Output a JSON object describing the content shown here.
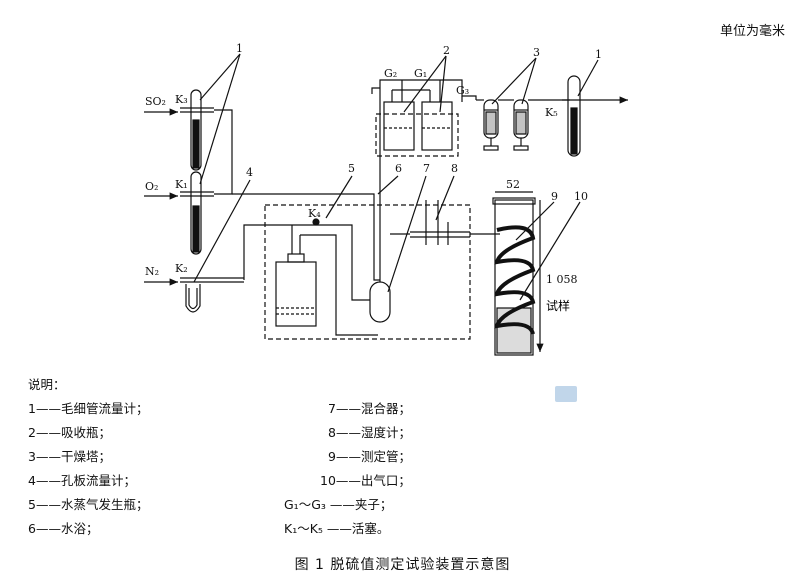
{
  "unit_note": "单位为毫米",
  "diagram": {
    "gas_labels": {
      "so2": "SO₂",
      "o2": "O₂",
      "n2": "N₂"
    },
    "valve_labels": {
      "k3": "K₃",
      "k1": "K₁",
      "k2": "K₂",
      "k4": "K₄",
      "k5": "K₅"
    },
    "clamp_labels": {
      "g1": "G₁",
      "g2": "G₂",
      "g3": "G₃"
    },
    "callouts": [
      "1",
      "2",
      "3",
      "1",
      "4",
      "5",
      "6",
      "7",
      "8",
      "9",
      "10"
    ],
    "dimension_width": "52",
    "dimension_height": "1 058",
    "sample_label": "试样"
  },
  "legend": {
    "title": "说明：",
    "left_items": [
      "1——毛细管流量计；",
      "2——吸收瓶；",
      "3——干燥塔；",
      "4——孔板流量计；",
      "5——水蒸气发生瓶；",
      "6——水浴；"
    ],
    "right_items": [
      "7——混合器；",
      "8——湿度计；",
      "9——测定管；",
      "10——出气口；",
      "G₁～G₃ ——夹子；",
      "K₁～K₅ ——活塞。"
    ]
  },
  "caption": "图 1   脱硫值测定试验装置示意图"
}
